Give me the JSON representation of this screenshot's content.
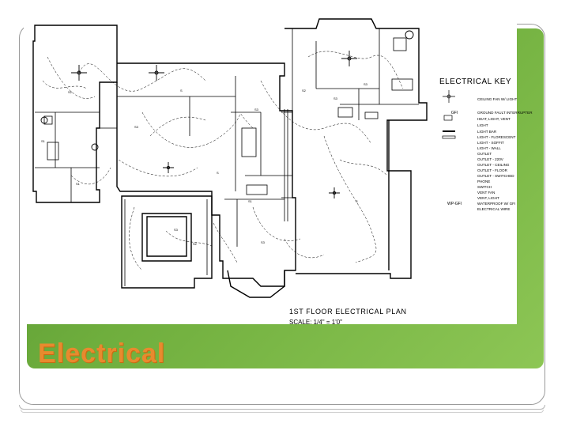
{
  "slide": {
    "title": "Electrical",
    "colors": {
      "band": "#6fae3d",
      "title": "#e88a2e",
      "frame": "#9a9a9a"
    }
  },
  "plan": {
    "label": "1ST FLOOR ELECTRICAL PLAN",
    "scale": "SCALE: 1/4\" = 1'0\""
  },
  "key": {
    "title": "ELECTRICAL KEY",
    "items": [
      {
        "symbol": "ceiling-fan-icon",
        "label": "CEILING FAN W/ LIGHT"
      },
      {
        "symbol": "GFI",
        "label": "GROUND FAULT INTERRUPTER"
      },
      {
        "symbol": "heat-vent-icon",
        "label": "HEAT, LIGHT, VENT"
      },
      {
        "symbol": "light-icon",
        "label": "LIGHT"
      },
      {
        "symbol": "light-bar-icon",
        "label": "LIGHT BAR"
      },
      {
        "symbol": "fluorescent-icon",
        "label": "LIGHT - FLORESCENT"
      },
      {
        "symbol": "soffit-light-icon",
        "label": "LIGHT - SOFFIT"
      },
      {
        "symbol": "wall-light-icon",
        "label": "LIGHT - WALL"
      },
      {
        "symbol": "outlet-icon",
        "label": "OUTLET"
      },
      {
        "symbol": "outlet-220-icon",
        "label": "OUTLET - 220V"
      },
      {
        "symbol": "outlet-ceiling-icon",
        "label": "OUTLET - CEILING"
      },
      {
        "symbol": "outlet-floor-icon",
        "label": "OUTLET - FLOOR"
      },
      {
        "symbol": "outlet-switched-icon",
        "label": "OUTLET - SWITCHED"
      },
      {
        "symbol": "phone-icon",
        "label": "PHONE"
      },
      {
        "symbol": "switch-icon",
        "label": "SWITCH"
      },
      {
        "symbol": "vent-fan-icon",
        "label": "VENT FAN"
      },
      {
        "symbol": "vent-light-icon",
        "label": "VENT, LIGHT"
      },
      {
        "symbol": "WP-GFI",
        "label": "WATERPROOF W/ GFI"
      },
      {
        "symbol": "wire-icon",
        "label": "ELECTRICAL WIRE"
      }
    ]
  }
}
